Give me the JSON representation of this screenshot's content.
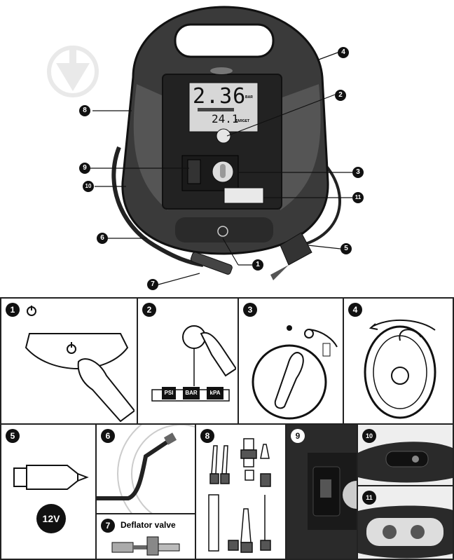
{
  "hero": {
    "display_main": "2.36",
    "display_main_unit": "BAR",
    "display_sub": "24.1",
    "display_sub_unit": "TARGET",
    "callouts": [
      "1",
      "2",
      "3",
      "4",
      "5",
      "6",
      "7",
      "8",
      "9",
      "10",
      "11"
    ]
  },
  "panels": {
    "p1": {
      "num": "1"
    },
    "p2": {
      "num": "2",
      "modes": [
        "PSI",
        "BAR",
        "kPA"
      ]
    },
    "p3": {
      "num": "3"
    },
    "p4": {
      "num": "4"
    },
    "p5": {
      "num": "5",
      "voltage": "12V"
    },
    "p6": {
      "num": "6"
    },
    "p7": {
      "num": "7",
      "label": "Deflator valve"
    },
    "p8": {
      "num": "8"
    },
    "p9": {
      "num": "9"
    },
    "p10": {
      "num": "10"
    },
    "p11": {
      "num": "11"
    }
  }
}
